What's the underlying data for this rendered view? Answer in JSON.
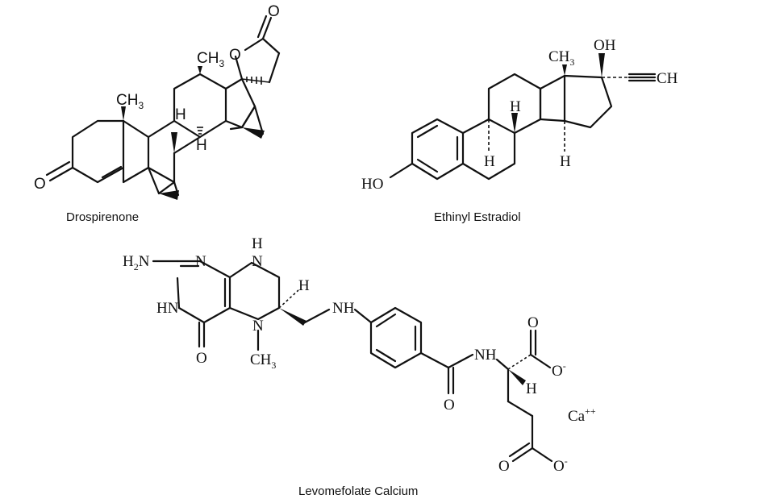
{
  "molecules": {
    "drospirenone": {
      "name": "Drospirenone",
      "labels": {
        "o_ketone": "O",
        "o_ring": "O",
        "o_lactone": "O",
        "ch3_a": "CH",
        "ch3_a_sub": "3",
        "ch3_b": "CH",
        "ch3_b_sub": "3",
        "h_a": "H",
        "h_b": "H"
      }
    },
    "ethinyl_estradiol": {
      "name": "Ethinyl Estradiol",
      "labels": {
        "oh": "OH",
        "ch3": "CH",
        "ch3_sub": "3",
        "ch": "CH",
        "ho": "HO",
        "h_a": "H",
        "h_b": "H",
        "h_c": "H"
      }
    },
    "levomefolate_calcium": {
      "name": "Levomefolate Calcium",
      "labels": {
        "h2n": "H",
        "h2n_sub": "2",
        "h2n_n": "N",
        "n1": "N",
        "nh_top": "N",
        "nh_top_h": "H",
        "hn": "HN",
        "o1": "O",
        "n5": "N",
        "ch3": "CH",
        "ch3_sub": "3",
        "h_stereo": "H",
        "nh": "NH",
        "o_amide": "O",
        "nh_amide": "NH",
        "o_acid1": "O",
        "o_minus1": "O",
        "minus1": "-",
        "h_alpha": "H",
        "o_acid2": "O",
        "o_minus2": "O",
        "minus2": "-",
        "ca": "Ca",
        "ca_charge": "++"
      }
    }
  }
}
